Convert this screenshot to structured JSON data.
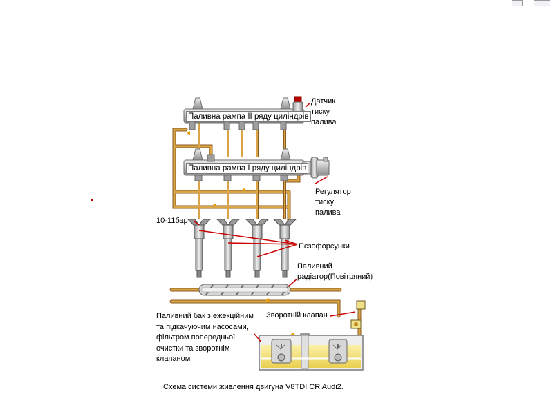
{
  "labels": {
    "rail_2": "Паливна рампа II ряду циліндрів",
    "rail_1": "Паливна рампа I ряду циліндрів",
    "pressure_sensor": [
      "Датчик",
      "тиску",
      "палива"
    ],
    "pressure_regulator": [
      "Регулятор",
      "тиску",
      "палива"
    ],
    "pressure_value": "10-11бар",
    "piezo_injectors": "Пєзофорсунки",
    "fuel_radiator": [
      "Паливний",
      "радіатор(Повітряний)"
    ],
    "check_valve": "Зворотній клапан",
    "fuel_tank": [
      "Паливний бак з ежекційним",
      "та підкачуючим насосами,",
      "фільтром попередньої",
      "очистки та зворотнім",
      "клапаном"
    ],
    "caption": "Схема системи живлення двигуна V8TDI CR Audi2."
  },
  "colors": {
    "pipe": "#c8953c",
    "pipe_dark": "#8a5a1e",
    "callout": "#cc0000",
    "tank_fuel": "#f3e07a",
    "metal": "#c9c9c9"
  }
}
